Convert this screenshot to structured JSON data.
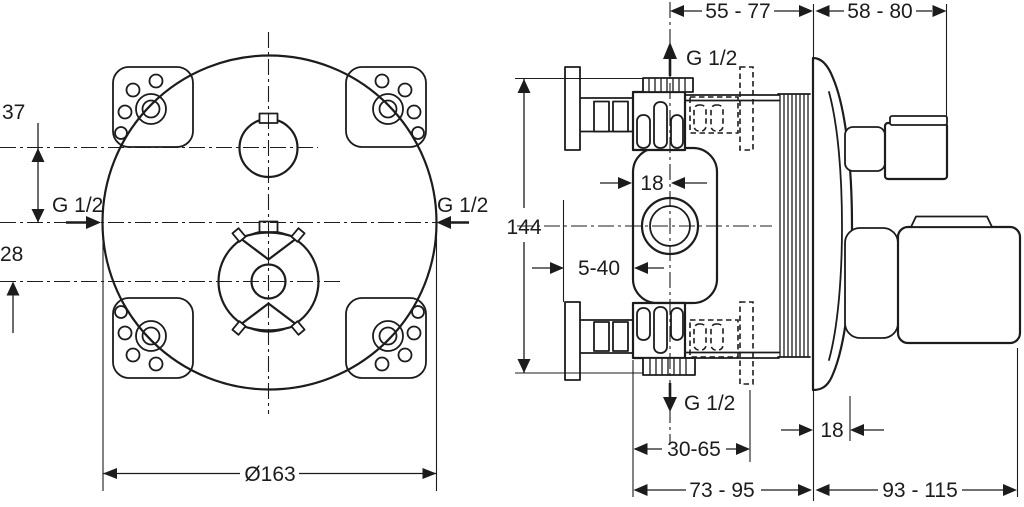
{
  "front": {
    "offset_top": "37",
    "offset_bottom": "28",
    "inlet_left": "G 1/2",
    "inlet_right": "G 1/2",
    "diameter": "Ø163"
  },
  "side": {
    "depth_left": "55 - 77",
    "depth_right": "58 - 80",
    "outlet_top": "G 1/2",
    "outlet_bottom": "G 1/2",
    "height": "144",
    "offset_center": "18",
    "adjust_range": "5-40",
    "recess_range": "30-65",
    "plate_depth": "18",
    "depth_range_wall": "73 - 95",
    "depth_range_front": "93 - 115"
  },
  "colors": {
    "line": "#1c1c1c",
    "background": "#ffffff"
  }
}
